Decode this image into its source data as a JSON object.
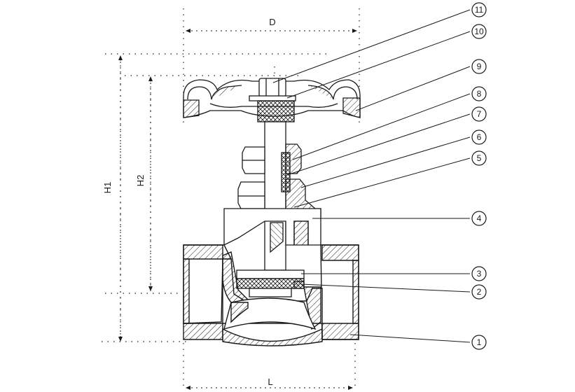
{
  "dimensions": {
    "D": "D",
    "L": "L",
    "H1": "H1",
    "H2": "H2"
  },
  "callouts": [
    {
      "id": "11",
      "label": "⑪"
    },
    {
      "id": "10",
      "label": "⑩"
    },
    {
      "id": "9",
      "label": "9"
    },
    {
      "id": "8",
      "label": "8"
    },
    {
      "id": "7",
      "label": "7"
    },
    {
      "id": "6",
      "label": "6"
    },
    {
      "id": "5",
      "label": "5"
    },
    {
      "id": "4",
      "label": "4"
    },
    {
      "id": "3",
      "label": "3"
    },
    {
      "id": "2",
      "label": "2"
    },
    {
      "id": "1",
      "label": "1"
    }
  ],
  "colors": {
    "line": "#1a1a1a",
    "background": "#ffffff"
  }
}
